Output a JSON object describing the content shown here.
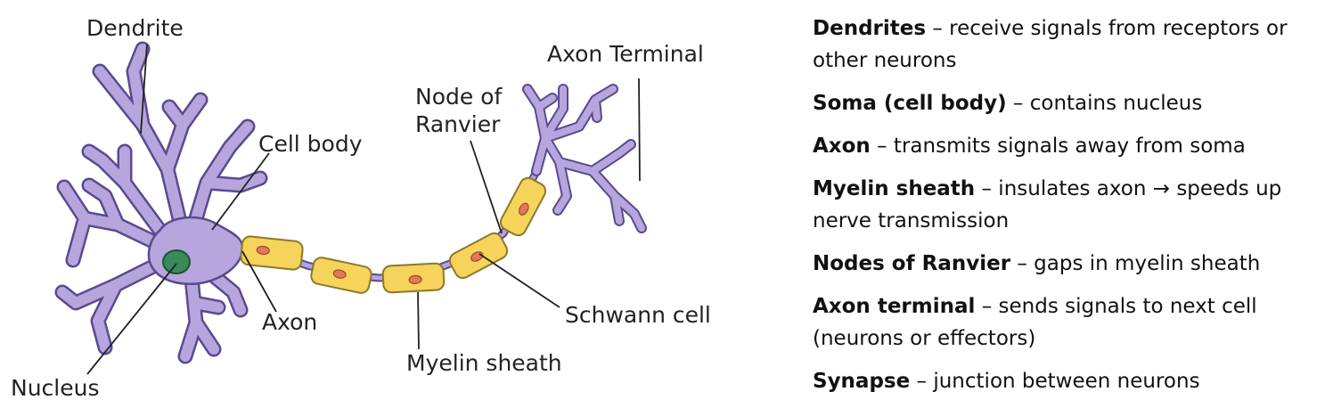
{
  "diagram": {
    "labels": {
      "dendrite": "Dendrite",
      "axon_terminal": "Axon Terminal",
      "node_of_ranvier_line1": "Node of",
      "node_of_ranvier_line2": "Ranvier",
      "cell_body": "Cell body",
      "schwann_cell": "Schwann cell",
      "axon": "Axon",
      "myelin_sheath": "Myelin sheath",
      "nucleus": "Nucleus"
    },
    "colors": {
      "neuron_fill": "#b7a6dd",
      "neuron_stroke": "#5a4a8f",
      "myelin_fill": "#f6d35a",
      "myelin_stroke": "#8a7a2a",
      "schwann_nucleus": "#e07a5a",
      "nucleus_fill": "#3a8a5a"
    }
  },
  "definitions": [
    {
      "term": "Dendrites",
      "desc": " – receive signals from receptors or other neurons"
    },
    {
      "term": "Soma (cell body)",
      "desc": " – contains nucleus"
    },
    {
      "term": "Axon",
      "desc": " – transmits signals away from soma"
    },
    {
      "term": "Myelin sheath",
      "desc": " – insulates axon → speeds up nerve transmission"
    },
    {
      "term": "Nodes of Ranvier",
      "desc": " – gaps in myelin sheath"
    },
    {
      "term": "Axon terminal",
      "desc": " – sends signals to next cell (neurons or effectors)"
    },
    {
      "term": "Synapse",
      "desc": " – junction between neurons"
    }
  ]
}
